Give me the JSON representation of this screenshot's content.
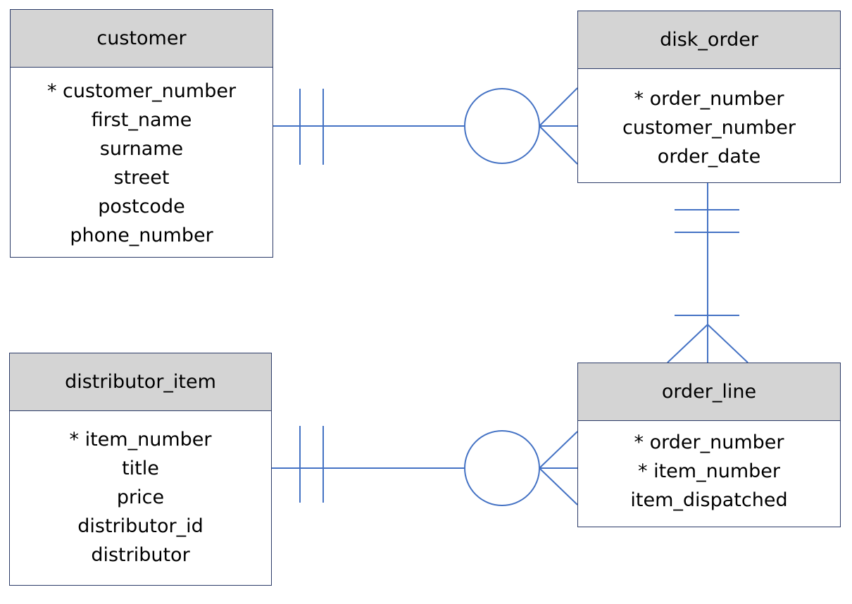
{
  "diagram": {
    "line_color": "#4472c4",
    "border_color": "#2b3a67",
    "header_fill": "#d4d4d4",
    "entities": {
      "customer": {
        "title": "customer",
        "attributes": [
          "* customer_number",
          "first_name",
          "surname",
          "street",
          "postcode",
          "phone_number"
        ]
      },
      "disk_order": {
        "title": "disk_order",
        "attributes": [
          "* order_number",
          "customer_number",
          "order_date"
        ]
      },
      "distributor_item": {
        "title": "distributor_item",
        "attributes": [
          "* item_number",
          "title",
          "price",
          "distributor_id",
          "distributor"
        ]
      },
      "order_line": {
        "title": "order_line",
        "attributes": [
          "* order_number",
          "* item_number",
          "item_dispatched"
        ]
      }
    },
    "relationships": [
      {
        "from": "customer",
        "to": "disk_order",
        "from_cardinality": "exactly-one",
        "to_cardinality": "zero-or-many"
      },
      {
        "from": "disk_order",
        "to": "order_line",
        "from_cardinality": "exactly-one",
        "to_cardinality": "one-or-many"
      },
      {
        "from": "distributor_item",
        "to": "order_line",
        "from_cardinality": "exactly-one",
        "to_cardinality": "zero-or-many"
      }
    ]
  }
}
